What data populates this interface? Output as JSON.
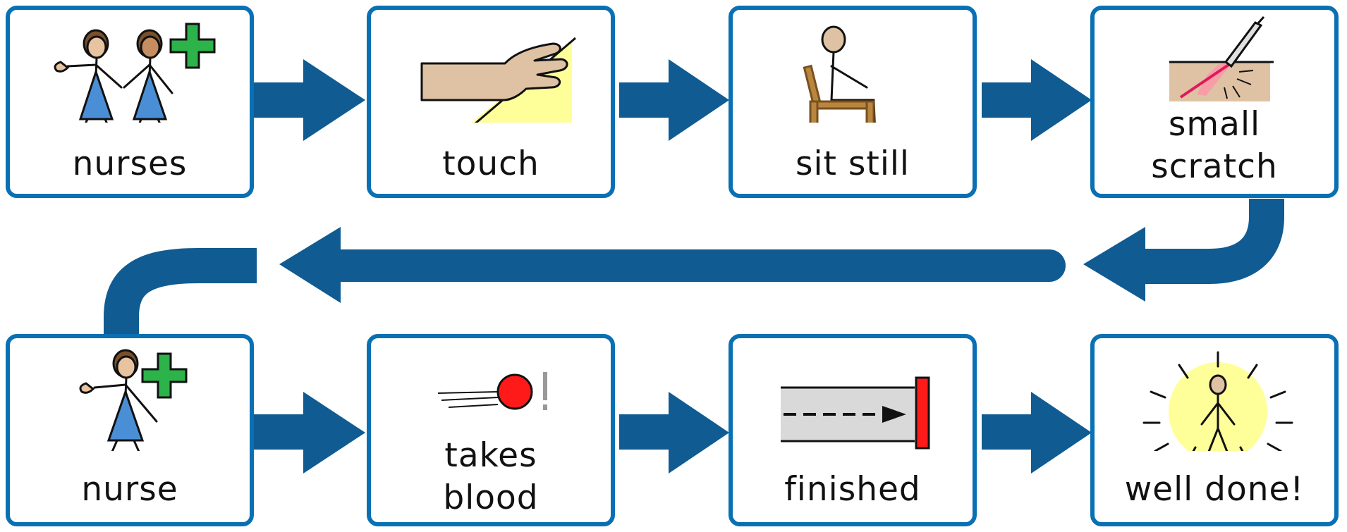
{
  "colors": {
    "card_border": "#0a70b4",
    "arrow": "#0f5b92",
    "label_text": "#111111"
  },
  "steps": [
    {
      "label": "nurses",
      "icon": "two-nurses-icon"
    },
    {
      "label": "touch",
      "icon": "hand-touch-icon"
    },
    {
      "label": "sit still",
      "icon": "person-sitting-icon"
    },
    {
      "label_line1": "small",
      "label_line2": "scratch",
      "icon": "needle-scratch-icon"
    },
    {
      "label": "nurse",
      "icon": "nurse-icon"
    },
    {
      "label_line1": "takes",
      "label_line2": "blood",
      "icon": "blood-drop-icon"
    },
    {
      "label": "finished",
      "icon": "finished-icon"
    },
    {
      "label": "well done!",
      "icon": "well-done-icon"
    }
  ]
}
